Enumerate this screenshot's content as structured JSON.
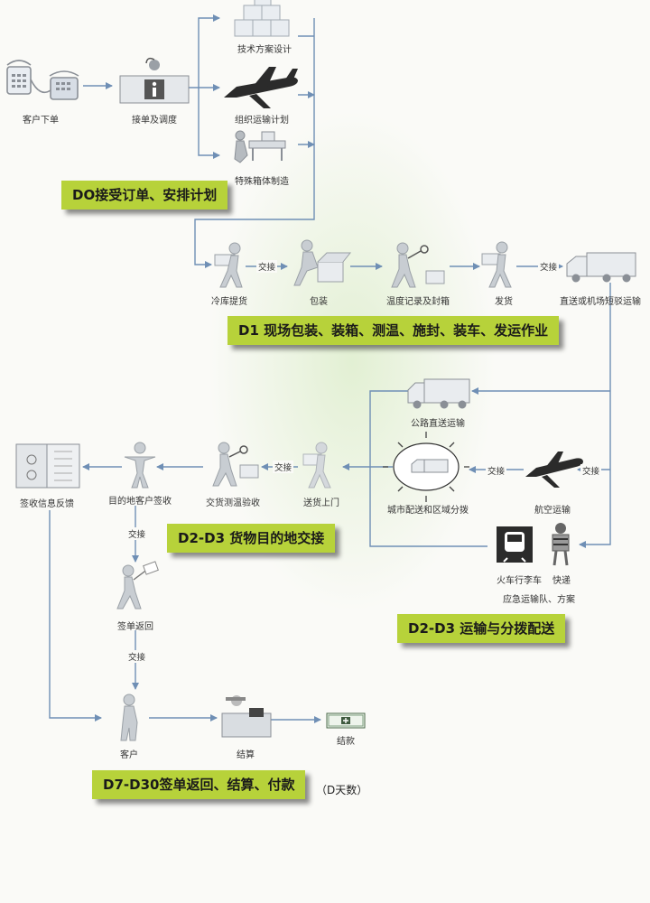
{
  "nodes": {
    "customer_order": "客户下单",
    "receive_dispatch": "接单及调度",
    "tech_design": "技术方案设计",
    "transport_plan": "组织运输计划",
    "special_box": "特殊箱体制造",
    "cold_pickup": "冷库提货",
    "packing": "包装",
    "temp_record": "温度记录及封箱",
    "ship": "发货",
    "direct_transport": "直送或机场短驳运输",
    "road_transport": "公路直送运输",
    "air_transport": "航空运输",
    "city_distribution": "城市配送和区域分拨",
    "train": "火车行李车",
    "express": "快递",
    "emergency": "应急运输队、方案",
    "door_delivery": "送货上门",
    "temp_inspect": "交货测温验收",
    "dest_sign": "目的地客户签收",
    "sign_feedback": "签收信息反馈",
    "sign_return": "签单返回",
    "customer": "客户",
    "settlement": "结算",
    "payment": "结款"
  },
  "handover": "交接",
  "banners": {
    "d0": "DO接受订单、安排计划",
    "d1": "D1 现场包装、装箱、测温、施封、装车、发运作业",
    "d2_dest": "D2-D3 货物目的地交接",
    "d2_trans": "D2-D3 运输与分拨配送",
    "d7": "D7-D30签单返回、结算、付款"
  },
  "day_note": "（D天数）",
  "colors": {
    "arrow": "#6f8fb5",
    "banner": "#b7d23a",
    "icon": "#888888"
  }
}
